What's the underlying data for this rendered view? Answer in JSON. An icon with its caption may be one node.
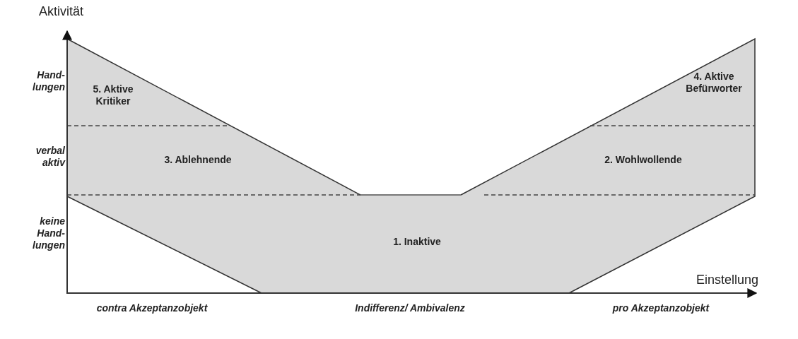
{
  "diagram": {
    "labels": [
      "Aktivität",
      "Hand- lungen",
      "verbal aktiv",
      "keine Hand- lungen",
      "5. Aktive Kritiker",
      "4. Aktive Befürworter",
      "3. Ablehnende",
      "2. Wohlwollende",
      "1. Inaktive",
      "Einstellung",
      "contra Akzeptanzobjekt",
      "Indifferenz/ Ambivalenz",
      "pro Akzeptanzobjekt"
    ]
  }
}
